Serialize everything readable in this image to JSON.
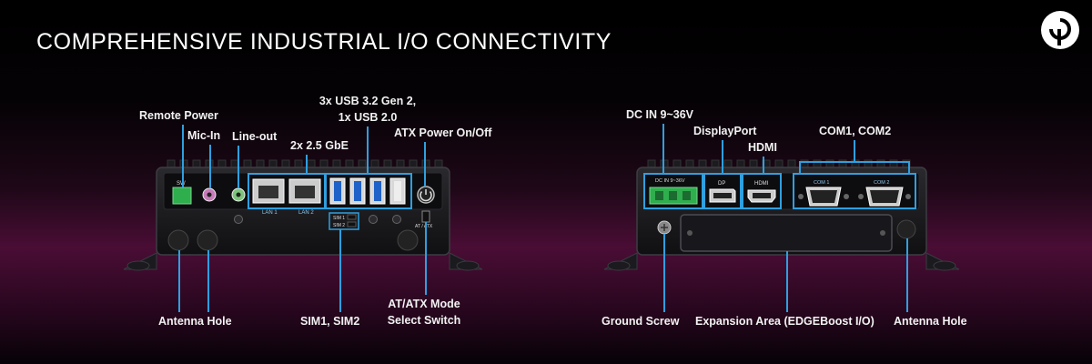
{
  "header": {
    "title": "COMPREHENSIVE INDUSTRIAL I/O CONNECTIVITY",
    "logo_icon": "brand-logo-icon"
  },
  "front_panel": {
    "callouts": {
      "remote_power": "Remote Power",
      "mic_in": "Mic-In",
      "line_out": "Line-out",
      "lan": "2x 2.5 GbE",
      "usb_line1": "3x USB 3.2 Gen 2,",
      "usb_line2": "1x USB 2.0",
      "atx_power": "ATX Power On/Off",
      "antenna_hole": "Antenna Hole",
      "sim": "SIM1, SIM2",
      "mode_line1": "AT/ATX Mode",
      "mode_line2": "Select Switch"
    },
    "printed": {
      "sw": "SW",
      "lan1": "LAN 1",
      "lan2": "LAN 2",
      "sim1": "SIM 1",
      "sim2": "SIM 2",
      "at_atx": "AT / ATX"
    }
  },
  "rear_panel": {
    "callouts": {
      "dc_in": "DC IN 9~36V",
      "displayport": "DisplayPort",
      "hdmi": "HDMI",
      "com": "COM1, COM2",
      "ground_screw": "Ground Screw",
      "expansion": "Expansion Area (EDGEBoost I/O)",
      "antenna_hole": "Antenna Hole"
    },
    "printed": {
      "dc_in": "DC IN 9~36V",
      "dp": "DP",
      "hdmi": "HDMI",
      "com1": "COM 1",
      "com2": "COM 2"
    }
  },
  "colors": {
    "accent": "#2f9fe0",
    "terminal_green": "#2fae4e",
    "chassis": "#141417"
  }
}
